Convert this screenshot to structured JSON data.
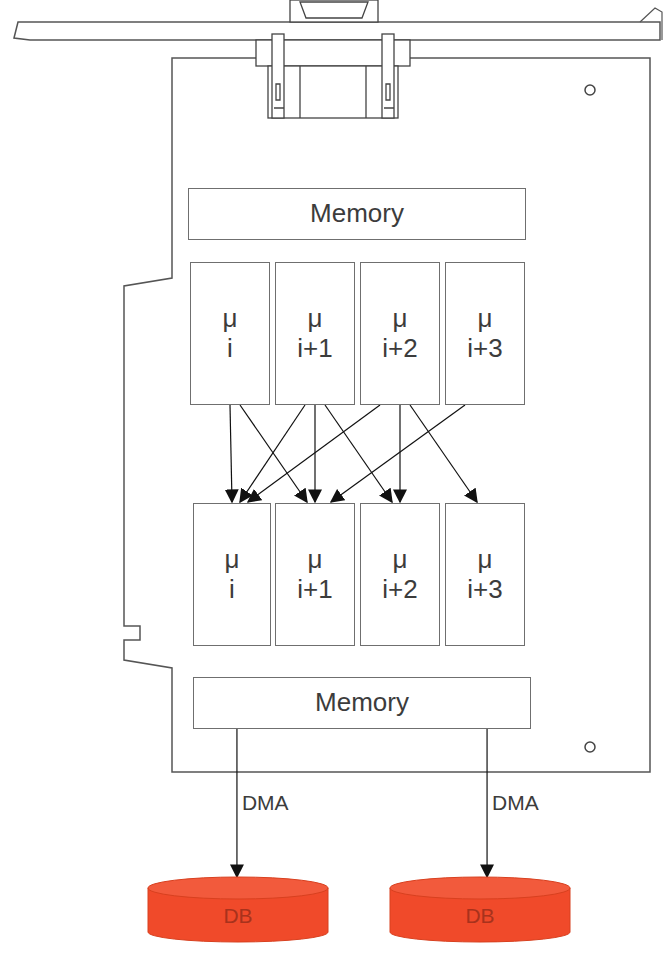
{
  "diagram": {
    "nodes": [
      {
        "text": [
          "Memory"
        ]
      },
      {
        "text": [
          "μ i"
        ]
      },
      {
        "text": [
          "μ i+1"
        ]
      },
      {
        "text": [
          "μ i+2"
        ]
      },
      {
        "text": [
          "μ i+3"
        ]
      },
      {
        "text": [
          "μ i"
        ]
      },
      {
        "text": [
          "μ i+1"
        ]
      },
      {
        "text": [
          "μ i+2"
        ]
      },
      {
        "text": [
          "μ i+3"
        ]
      },
      {
        "text": [
          "Memory"
        ]
      },
      {
        "text": [
          "DB"
        ]
      },
      {
        "text": [
          "DB"
        ]
      }
    ],
    "edges": [
      {
        "from": 1,
        "to": 5,
        "arrow": "to"
      },
      {
        "from": 1,
        "to": 6,
        "arrow": "to"
      },
      {
        "from": 2,
        "to": 5,
        "arrow": "to"
      },
      {
        "from": 2,
        "to": 6,
        "arrow": "to"
      },
      {
        "from": 2,
        "to": 7,
        "arrow": "to"
      },
      {
        "from": 3,
        "to": 5,
        "arrow": "to"
      },
      {
        "from": 3,
        "to": 7,
        "arrow": "to"
      },
      {
        "from": 3,
        "to": 8,
        "arrow": "to"
      },
      {
        "from": 4,
        "to": 6,
        "arrow": "to"
      },
      {
        "from": 9,
        "to": 10,
        "label": "DMA",
        "arrow": "to"
      },
      {
        "from": 9,
        "to": 11,
        "label": "DMA",
        "arrow": "to"
      }
    ]
  }
}
